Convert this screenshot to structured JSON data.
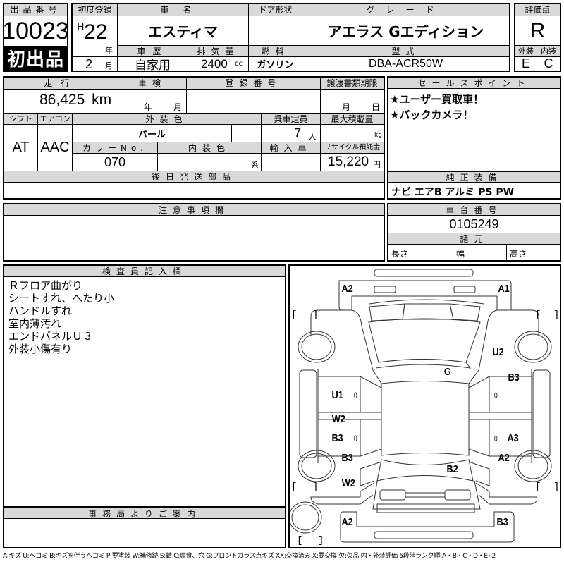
{
  "lot": {
    "label": "出品番号",
    "number": "10023",
    "badge": "初出品"
  },
  "registration": {
    "label": "初度登録",
    "era": "H",
    "year": "22",
    "year_unit": "年",
    "month": "2",
    "month_unit": "月"
  },
  "car_name": {
    "label": "車名",
    "value": "エスティマ"
  },
  "door_type": {
    "label": "ドア形状",
    "value": ""
  },
  "grade": {
    "label": "グレード",
    "value": "アエラス Gエディション"
  },
  "score": {
    "label": "評価点",
    "value": "R"
  },
  "history": {
    "label": "車歴",
    "value": "自家用"
  },
  "displacement": {
    "label": "排気量",
    "value": "2400",
    "unit": "cc"
  },
  "fuel": {
    "label": "燃料",
    "value": "ガソリン"
  },
  "model_code": {
    "label": "型式",
    "value": "DBA-ACR50W"
  },
  "exterior_grade": {
    "label": "外装",
    "value": "E"
  },
  "interior_grade": {
    "label": "内装",
    "value": "C"
  },
  "mileage": {
    "label": "走行",
    "value": "86,425",
    "unit": "km"
  },
  "inspection": {
    "label": "車検",
    "year_unit": "年",
    "month_unit": "月"
  },
  "plate_number": {
    "label": "登録番号",
    "value": ""
  },
  "transfer_deadline": {
    "label": "譲渡書類期限",
    "month_unit": "月",
    "day_unit": "日"
  },
  "shift": {
    "label": "シフト",
    "value": "AT"
  },
  "aircon": {
    "label": "エアコン",
    "value": "AAC"
  },
  "exterior_color": {
    "label": "外装色",
    "value": "パール"
  },
  "capacity": {
    "label": "乗車定員",
    "value": "7",
    "unit": "人"
  },
  "max_load": {
    "label": "最大積載量",
    "value": "",
    "unit": "kg"
  },
  "color_no": {
    "label": "カラーNo.",
    "value": "070"
  },
  "interior_color": {
    "label": "内装色",
    "value": "",
    "unit": "系"
  },
  "imported": {
    "label": "輸入車"
  },
  "recycle_fee": {
    "label": "リサイクル預託金",
    "value": "15,220",
    "unit": "円"
  },
  "sales_points": {
    "label": "セールスポイント",
    "items": [
      "★ユーザー買取車！",
      "★バックカメラ！"
    ]
  },
  "later_parts": {
    "label": "後日発送部品",
    "value": ""
  },
  "equipment": {
    "label": "純正装備",
    "value": "ナビ エアB アルミ PS PW"
  },
  "notes": {
    "label": "注意事項欄",
    "value": ""
  },
  "chassis": {
    "label": "車台番号",
    "value": "0105249"
  },
  "specs": {
    "label": "諸元",
    "length_label": "長さ",
    "width_label": "幅",
    "height_label": "高さ"
  },
  "inspector": {
    "label": "検査員記入欄",
    "lines": [
      "Ｒフロア曲がり",
      "シートすれ、へたり小",
      "ハンドルすれ",
      "室内薄汚れ",
      "エンドパネルＵ３",
      "外装小傷有り"
    ]
  },
  "office": {
    "label": "事務局よりご案内",
    "value": ""
  },
  "legend": "A:キズ U:ヘコミ B:キズを伴うヘコミ P:要塗装 W:補修跡 S:錆 C:腐食、穴 G:フロントガラス点キズ XX:交換済み X:要交換 欠:欠品 内・外装評価 5段階ランク順(A・B・C・D・E) 2",
  "diagram": {
    "marks": {
      "front_bumper_left": "A2",
      "front_bumper_right": "A1",
      "right_front_fender": "U2",
      "windshield": "G",
      "left_front_door": "U1",
      "left_front_door_zero": "0",
      "right_front_door": "B3",
      "right_front_door_zero": "0",
      "left_sill": "W2",
      "left_rear_door": "B3",
      "left_rear_door_zero": "0",
      "right_rear_door": "A3",
      "right_rear_door_zero": "0",
      "left_rear_fender_upper": "B3",
      "left_rear_fender_lower": "W2",
      "right_rear_fender": "A2",
      "back_door": "B2",
      "rear_bumper_left": "A2",
      "rear_bumper_right": "B3"
    },
    "bracket_open": "[",
    "bracket_close": "]"
  }
}
